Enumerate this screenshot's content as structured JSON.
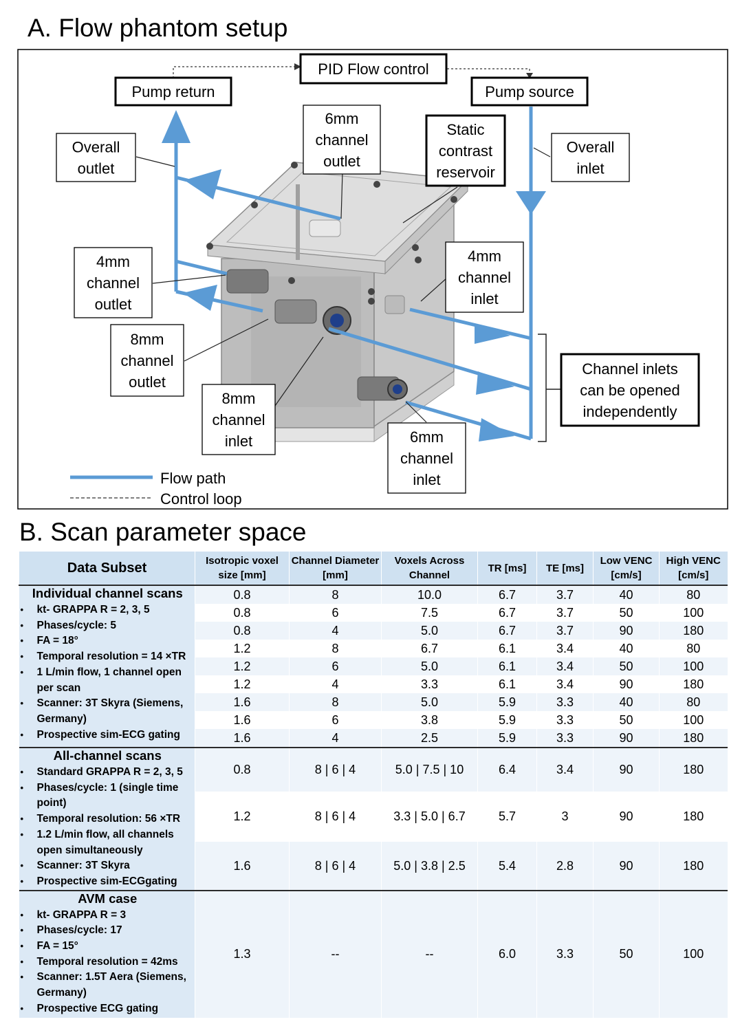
{
  "section_a": {
    "title": "A. Flow phantom setup",
    "labels": {
      "pid": "PID Flow control",
      "pump_return": "Pump return",
      "pump_source": "Pump source",
      "overall_outlet": [
        "Overall",
        "outlet"
      ],
      "overall_inlet": [
        "Overall",
        "inlet"
      ],
      "mm6_outlet": [
        "6mm",
        "channel",
        "outlet"
      ],
      "static_reservoir": [
        "Static",
        "contrast",
        "reservoir"
      ],
      "mm4_outlet": [
        "4mm",
        "channel",
        "outlet"
      ],
      "mm4_inlet": [
        "4mm",
        "channel",
        "inlet"
      ],
      "mm8_outlet": [
        "8mm",
        "channel",
        "outlet"
      ],
      "mm8_inlet": [
        "8mm",
        "channel",
        "inlet"
      ],
      "mm6_inlet": [
        "6mm",
        "channel",
        "inlet"
      ],
      "channel_inlets": [
        "Channel inlets",
        "can be opened",
        "independently"
      ]
    },
    "legend": {
      "flow_path": "Flow path",
      "control_loop": "Control loop"
    },
    "colors": {
      "flow": "#5b9bd5",
      "box_border": "#000000"
    }
  },
  "section_b": {
    "title": "B. Scan parameter space",
    "headers": [
      "Data Subset",
      "Isotropic voxel size [mm]",
      "Channel Diameter [mm]",
      "Voxels Across Channel",
      "TR [ms]",
      "TE [ms]",
      "Low VENC [cm/s]",
      "High VENC [cm/s]"
    ],
    "groups": [
      {
        "name": "Individual channel scans",
        "bullets": [
          "kt- GRAPPA R = 2, 3, 5",
          "Phases/cycle: 5",
          "FA = 18°",
          "Temporal resolution = 14 ×TR",
          "1 L/min flow, 1 channel open per scan",
          "Scanner: 3T Skyra (Siemens, Germany)",
          "Prospective sim-ECG gating"
        ],
        "rows": [
          [
            "0.8",
            "8",
            "10.0",
            "6.7",
            "3.7",
            "40",
            "80"
          ],
          [
            "0.8",
            "6",
            "7.5",
            "6.7",
            "3.7",
            "50",
            "100"
          ],
          [
            "0.8",
            "4",
            "5.0",
            "6.7",
            "3.7",
            "90",
            "180"
          ],
          [
            "1.2",
            "8",
            "6.7",
            "6.1",
            "3.4",
            "40",
            "80"
          ],
          [
            "1.2",
            "6",
            "5.0",
            "6.1",
            "3.4",
            "50",
            "100"
          ],
          [
            "1.2",
            "4",
            "3.3",
            "6.1",
            "3.4",
            "90",
            "180"
          ],
          [
            "1.6",
            "8",
            "5.0",
            "5.9",
            "3.3",
            "40",
            "80"
          ],
          [
            "1.6",
            "6",
            "3.8",
            "5.9",
            "3.3",
            "50",
            "100"
          ],
          [
            "1.6",
            "4",
            "2.5",
            "5.9",
            "3.3",
            "90",
            "180"
          ]
        ]
      },
      {
        "name": "All-channel scans",
        "bullets": [
          "Standard GRAPPA R = 2, 3, 5",
          "Phases/cycle: 1 (single time point)",
          "Temporal resolution: 56 ×TR",
          "1.2 L/min flow, all channels open simultaneously",
          "Scanner: 3T Skyra",
          "Prospective sim-ECGgating"
        ],
        "rows": [
          [
            "0.8",
            "8 | 6 | 4",
            "5.0 | 7.5 | 10",
            "6.4",
            "3.4",
            "90",
            "180"
          ],
          [
            "1.2",
            "8 | 6 | 4",
            "3.3 | 5.0 | 6.7",
            "5.7",
            "3",
            "90",
            "180"
          ],
          [
            "1.6",
            "8 | 6 | 4",
            "5.0 | 3.8 | 2.5",
            "5.4",
            "2.8",
            "90",
            "180"
          ]
        ]
      },
      {
        "name": "AVM case",
        "bullets": [
          "kt- GRAPPA R = 3",
          "Phases/cycle: 17",
          "FA = 15°",
          "Temporal resolution = 42ms",
          "Scanner: 1.5T Aera (Siemens, Germany)",
          "Prospective ECG gating"
        ],
        "rows": [
          [
            "1.3",
            "--",
            "--",
            "6.0",
            "3.3",
            "50",
            "100"
          ]
        ]
      }
    ]
  }
}
